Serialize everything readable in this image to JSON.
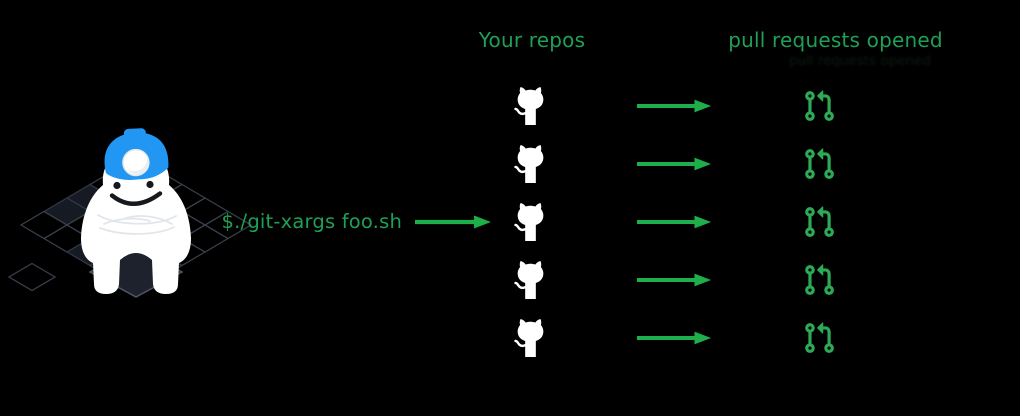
{
  "colors": {
    "background": "#000000",
    "green_text": "#1ea055",
    "green_arrow": "#1eaf4b",
    "green_pr": "#2daa55",
    "white": "#ffffff",
    "helmet_blue": "#2196f3"
  },
  "headers": {
    "repos": "Your repos",
    "pull_requests": "pull requests opened"
  },
  "command": {
    "text": "$./git-xargs foo.sh"
  },
  "diagram": {
    "repo_count": 5,
    "pull_request_count": 5,
    "arrow_count": 5,
    "mascot": "yeti with blue miner helmet standing on isometric grid"
  }
}
